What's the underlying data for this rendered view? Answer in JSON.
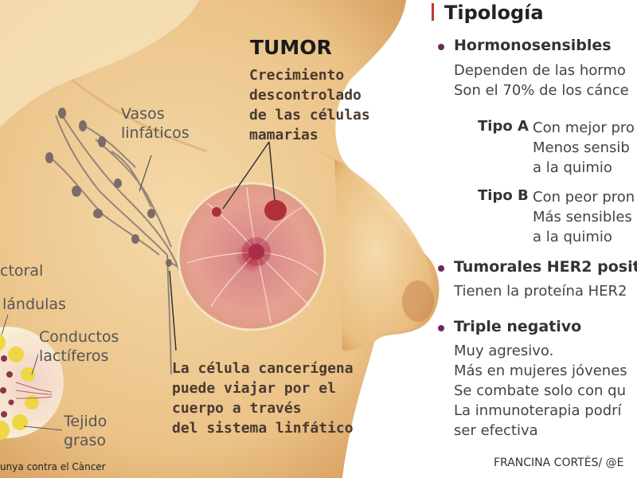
{
  "labels": {
    "tumor_title": "TUMOR",
    "tumor_desc": [
      "Crecimiento",
      "descontrolado",
      "de las células",
      "mamarias"
    ],
    "vasos": [
      "Vasos",
      "linfáticos"
    ],
    "pectoral_partial": "ctoral",
    "glandulas_partial": "lándulas",
    "conductos": [
      "Conductos",
      "lactíferos"
    ],
    "tejido": [
      "Tejido",
      "graso"
    ],
    "celula": [
      "La célula cancerígena",
      "puede viajar por el",
      "cuerpo a través",
      "del sistema linfático"
    ],
    "credit_left": "unya contra el Càncer"
  },
  "tipologia": {
    "title": "Tipología",
    "hormono": {
      "heading": "Hormonosensibles",
      "lines": [
        "Dependen de las hormo",
        "Son el 70% de los cánce"
      ]
    },
    "tipo_a": {
      "label": "Tipo A",
      "lines": [
        "Con mejor pro",
        "Menos sensib",
        "a la quimio"
      ]
    },
    "tipo_b": {
      "label": "Tipo B",
      "lines": [
        "Con peor pron",
        "Más sensibles",
        "a la quimio"
      ]
    },
    "her2": {
      "heading": "Tumorales HER2 positi",
      "line": "Tienen la proteína HER2"
    },
    "triple": {
      "heading": "Triple negativo",
      "lines": [
        "Muy agresivo.",
        "Más en mujeres jóvenes",
        "Se combate solo con qu",
        "La inmunoterapia podrí",
        "ser efectiva"
      ]
    },
    "credit": "FRANCINA CORTÉS/ @E"
  },
  "colors": {
    "accent": "#c0392b",
    "bullet": "#6b2a5a",
    "skin": "#edc88f",
    "tumor_dot": "#b0303a"
  }
}
